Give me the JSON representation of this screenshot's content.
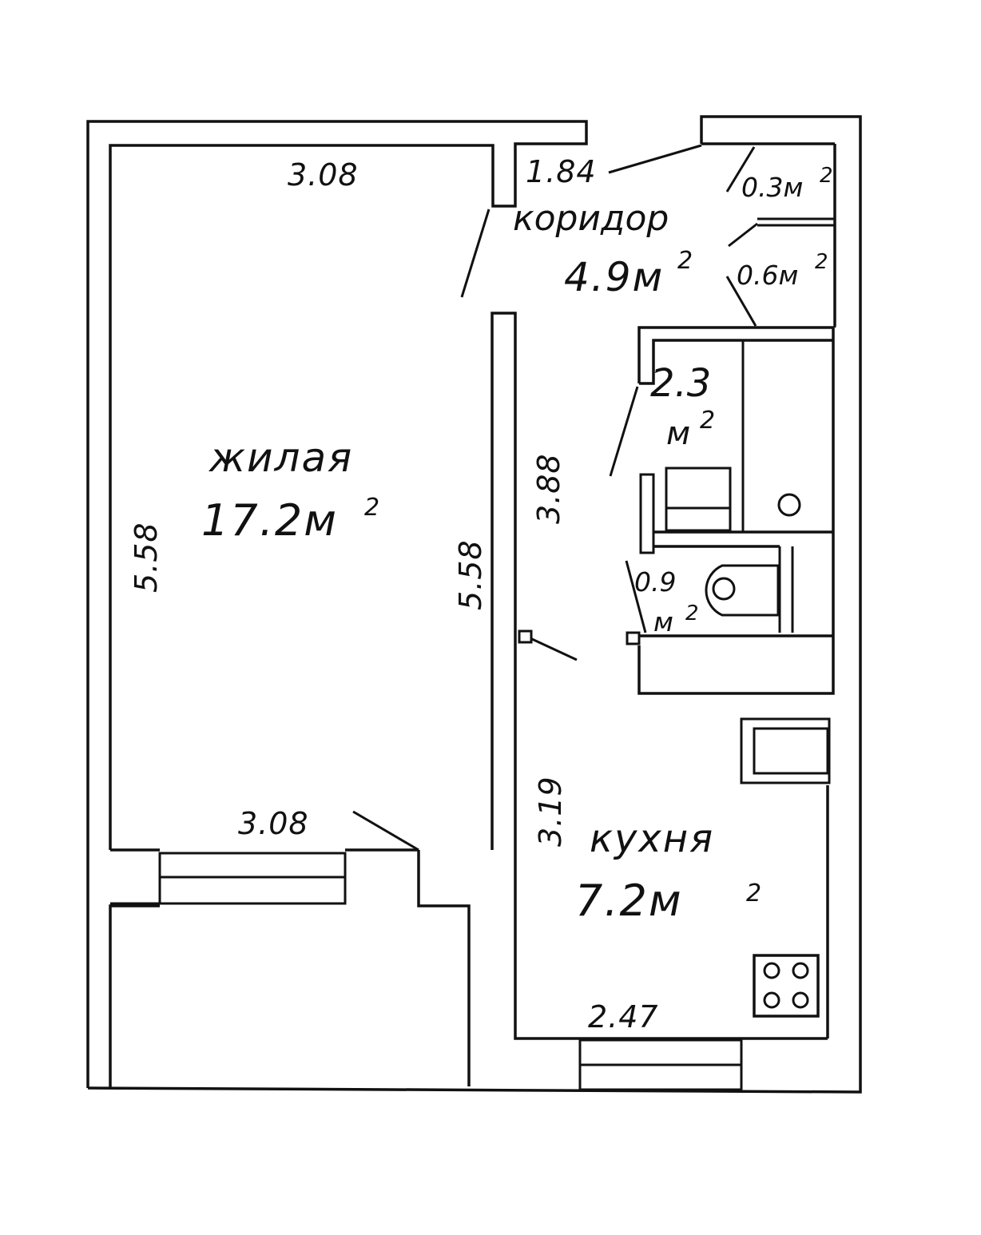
{
  "rooms": {
    "living": {
      "name": "жилая",
      "area": "17.2м",
      "unit_sup": "2"
    },
    "corridor": {
      "name": "коридор",
      "area": "4.9м",
      "unit_sup": "2"
    },
    "kitchen": {
      "name": "кухня",
      "area": "7.2м",
      "unit_sup": "2"
    },
    "bathroom": {
      "area": "2.3",
      "unit": "м",
      "unit_sup": "2"
    },
    "toilet": {
      "area": "0.9",
      "unit": "м",
      "unit_sup": "2"
    },
    "closet_top": {
      "area": "0.3м",
      "unit_sup": "2"
    },
    "closet_mid": {
      "area": "0.6м",
      "unit_sup": "2"
    }
  },
  "dimensions": {
    "living_top": "3.08",
    "living_bottom": "3.08",
    "living_left": "5.58",
    "living_right": "5.58",
    "corridor_top": "1.84",
    "corridor_side": "3.88",
    "kitchen_side": "3.19",
    "kitchen_bottom": "2.47"
  }
}
